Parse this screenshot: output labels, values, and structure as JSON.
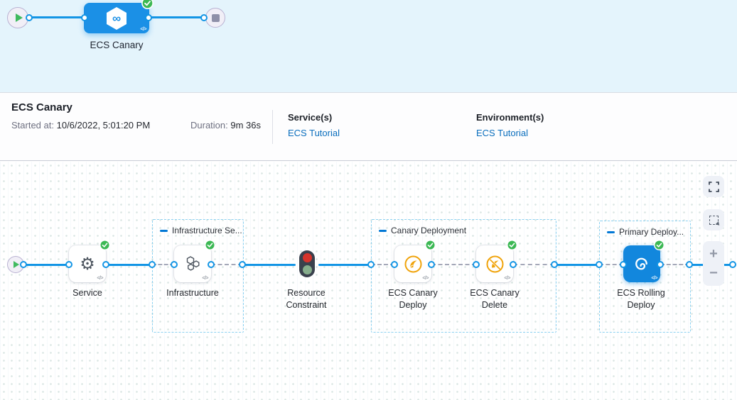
{
  "colors": {
    "accent_blue": "#1395e5",
    "stage_node_blue": "#1b90e6",
    "selected_card_blue": "#1287dd",
    "success_green": "#3cb854",
    "canary_amber": "#f0a30a",
    "link_blue": "#0a6ebd",
    "banner_background": "#e4f4fc"
  },
  "minimap": {
    "stage_label": "ECS Canary"
  },
  "summary": {
    "title": "ECS Canary",
    "started_label": "Started at:",
    "started_value": "10/6/2022, 5:01:20 PM",
    "duration_label": "Duration:",
    "duration_value": "9m 36s",
    "services_label": "Service(s)",
    "services_link": "ECS Tutorial",
    "environments_label": "Environment(s)",
    "environments_link": "ECS Tutorial"
  },
  "canvas": {
    "groups": {
      "infrastructure": {
        "title": "Infrastructure Se..."
      },
      "canary": {
        "title": "Canary Deployment"
      },
      "primary": {
        "title": "Primary Deploy..."
      }
    },
    "nodes": {
      "service": {
        "label": "Service",
        "status": "success"
      },
      "infrastructure": {
        "label": "Infrastructure",
        "status": "success"
      },
      "resource_constraint": {
        "label": "Resource Constraint"
      },
      "canary_deploy": {
        "label": "ECS Canary Deploy",
        "status": "success"
      },
      "canary_delete": {
        "label": "ECS Canary Delete",
        "status": "success"
      },
      "rolling_deploy": {
        "label": "ECS Rolling Deploy",
        "status": "success"
      }
    },
    "controls": {
      "zoom_in": "+",
      "zoom_out": "−"
    }
  },
  "shared": {
    "code_icon": "</>"
  }
}
